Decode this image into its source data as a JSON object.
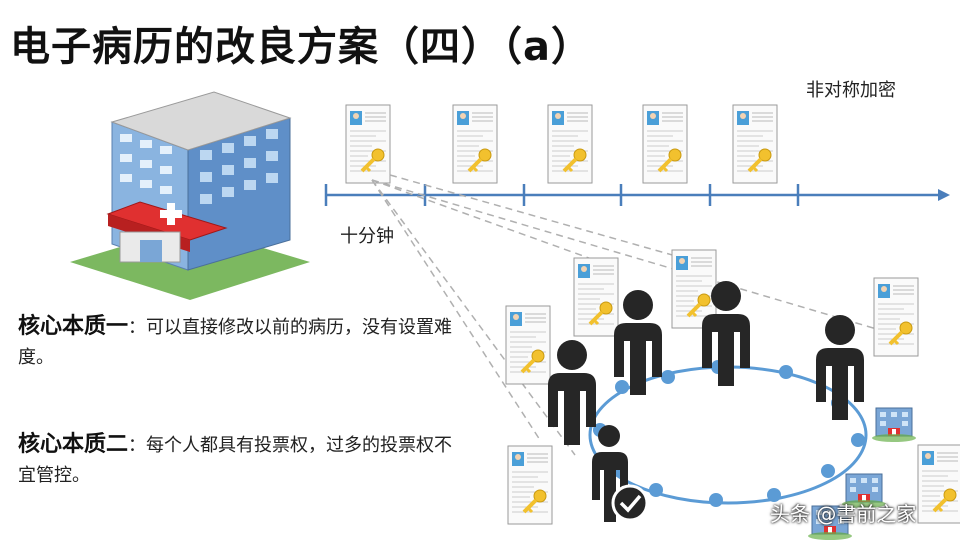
{
  "title": "电子病历的改良方案（四）（a）",
  "timeline": {
    "tag": "非对称加密",
    "interval_label": "十分钟"
  },
  "core_points": [
    {
      "heading": "核心本质一",
      "text": "：可以直接修改以前的病历，没有设置难度。"
    },
    {
      "heading": "核心本质二",
      "text": "：每个人都具有投票权，过多的投票权不宜管控。"
    }
  ],
  "watermark": "头条 @書前之家",
  "colors": {
    "timeline": "#4a7ebb",
    "ring": "#5b9bd5",
    "person": "#262626",
    "key": "#f2c12e",
    "hospital_cross": "#e03030"
  },
  "icons": [
    "hospital-building-icon",
    "medical-record-key-icon",
    "person-icon",
    "checkmark-icon"
  ]
}
